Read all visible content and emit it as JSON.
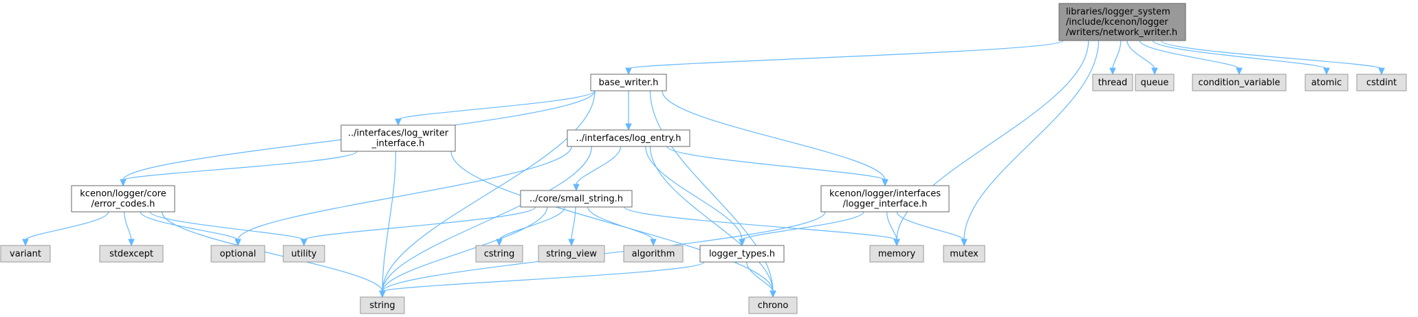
{
  "colors": {
    "edge": "#63b8ff",
    "root_fill": "#999999",
    "root_stroke": "#666666",
    "file_fill": "#ffffff",
    "file_stroke": "#666666",
    "system_fill": "#e0e0e0",
    "system_stroke": "#999999",
    "text": "#000000"
  },
  "nodes": [
    {
      "id": "network_writer",
      "kind": "root",
      "lines": [
        "libraries/logger_system",
        "/include/kcenon/logger",
        "/writers/network_writer.h"
      ]
    },
    {
      "id": "base_writer",
      "kind": "file",
      "lines": [
        "base_writer.h"
      ]
    },
    {
      "id": "thread",
      "kind": "system",
      "lines": [
        "thread"
      ]
    },
    {
      "id": "queue",
      "kind": "system",
      "lines": [
        "queue"
      ]
    },
    {
      "id": "condition_variable",
      "kind": "system",
      "lines": [
        "condition_variable"
      ]
    },
    {
      "id": "atomic",
      "kind": "system",
      "lines": [
        "atomic"
      ]
    },
    {
      "id": "cstdint",
      "kind": "system",
      "lines": [
        "cstdint"
      ]
    },
    {
      "id": "log_writer_interface",
      "kind": "file",
      "lines": [
        "../interfaces/log_writer",
        "_interface.h"
      ]
    },
    {
      "id": "log_entry",
      "kind": "file",
      "lines": [
        "../interfaces/log_entry.h"
      ]
    },
    {
      "id": "error_codes",
      "kind": "file",
      "lines": [
        "kcenon/logger/core",
        "/error_codes.h"
      ]
    },
    {
      "id": "small_string",
      "kind": "file",
      "lines": [
        "../core/small_string.h"
      ]
    },
    {
      "id": "logger_interface",
      "kind": "file",
      "lines": [
        "kcenon/logger/interfaces",
        "/logger_interface.h"
      ]
    },
    {
      "id": "variant",
      "kind": "system",
      "lines": [
        "variant"
      ]
    },
    {
      "id": "stdexcept",
      "kind": "system",
      "lines": [
        "stdexcept"
      ]
    },
    {
      "id": "optional",
      "kind": "system",
      "lines": [
        "optional"
      ]
    },
    {
      "id": "utility",
      "kind": "system",
      "lines": [
        "utility"
      ]
    },
    {
      "id": "cstring",
      "kind": "system",
      "lines": [
        "cstring"
      ]
    },
    {
      "id": "string_view",
      "kind": "system",
      "lines": [
        "string_view"
      ]
    },
    {
      "id": "algorithm",
      "kind": "system",
      "lines": [
        "algorithm"
      ]
    },
    {
      "id": "logger_types",
      "kind": "file",
      "lines": [
        "logger_types.h"
      ]
    },
    {
      "id": "memory",
      "kind": "system",
      "lines": [
        "memory"
      ]
    },
    {
      "id": "mutex",
      "kind": "system",
      "lines": [
        "mutex"
      ]
    },
    {
      "id": "string",
      "kind": "system",
      "lines": [
        "string"
      ]
    },
    {
      "id": "chrono",
      "kind": "system",
      "lines": [
        "chrono"
      ]
    }
  ],
  "edges": [
    [
      "network_writer",
      "base_writer"
    ],
    [
      "network_writer",
      "thread"
    ],
    [
      "network_writer",
      "queue"
    ],
    [
      "network_writer",
      "condition_variable"
    ],
    [
      "network_writer",
      "atomic"
    ],
    [
      "network_writer",
      "cstdint"
    ],
    [
      "network_writer",
      "memory"
    ],
    [
      "network_writer",
      "mutex"
    ],
    [
      "base_writer",
      "error_codes"
    ],
    [
      "base_writer",
      "log_writer_interface"
    ],
    [
      "base_writer",
      "log_entry"
    ],
    [
      "base_writer",
      "logger_interface"
    ],
    [
      "base_writer",
      "string"
    ],
    [
      "base_writer",
      "chrono"
    ],
    [
      "log_writer_interface",
      "error_codes"
    ],
    [
      "log_writer_interface",
      "string"
    ],
    [
      "log_writer_interface",
      "chrono"
    ],
    [
      "log_entry",
      "small_string"
    ],
    [
      "log_entry",
      "logger_interface"
    ],
    [
      "log_entry",
      "optional"
    ],
    [
      "log_entry",
      "string"
    ],
    [
      "log_entry",
      "logger_types"
    ],
    [
      "log_entry",
      "chrono"
    ],
    [
      "error_codes",
      "variant"
    ],
    [
      "error_codes",
      "stdexcept"
    ],
    [
      "error_codes",
      "optional"
    ],
    [
      "error_codes",
      "utility"
    ],
    [
      "error_codes",
      "string"
    ],
    [
      "small_string",
      "utility"
    ],
    [
      "small_string",
      "cstring"
    ],
    [
      "small_string",
      "string_view"
    ],
    [
      "small_string",
      "algorithm"
    ],
    [
      "small_string",
      "memory"
    ],
    [
      "small_string",
      "string"
    ],
    [
      "logger_interface",
      "logger_types"
    ],
    [
      "logger_interface",
      "memory"
    ],
    [
      "logger_interface",
      "mutex"
    ],
    [
      "logger_interface",
      "string"
    ],
    [
      "logger_types",
      "string"
    ],
    [
      "logger_types",
      "chrono"
    ]
  ]
}
